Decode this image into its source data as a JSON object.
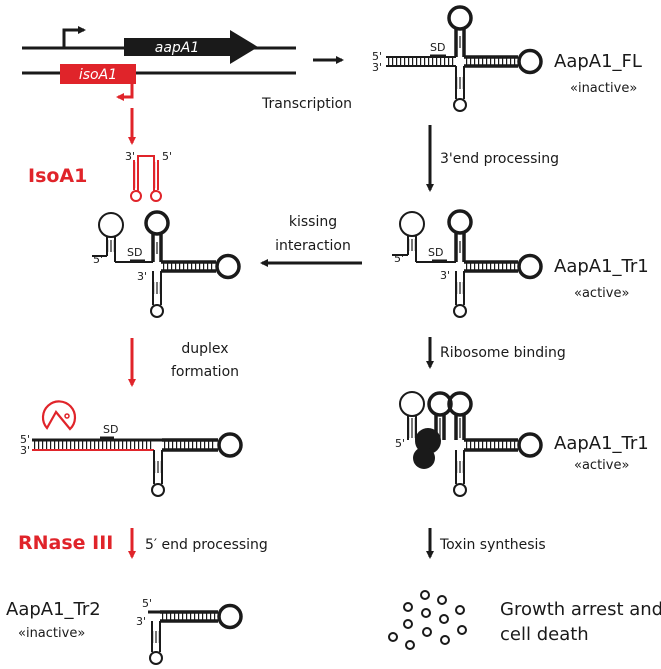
{
  "colors": {
    "black": "#1a1a1a",
    "red": "#e0242a",
    "gene_box": "#1a1a1a",
    "antisense_box": "#e0242a"
  },
  "genes": {
    "aapA1": "aapA1",
    "isoA1": "isoA1"
  },
  "labels": {
    "transcription": "Transcription",
    "end3_processing": "3'end processing",
    "kissing_line1": "kissing",
    "kissing_line2": "interaction",
    "duplex_line1": "duplex",
    "duplex_line2": "formation",
    "ribosome_binding": "Ribosome binding",
    "end5_processing": "5′ end processing",
    "toxin_synthesis": "Toxin synthesis",
    "growth_line1": "Growth arrest and",
    "growth_line2": "cell death"
  },
  "rna": {
    "fl_name": "AapA1_FL",
    "fl_state": "«inactive»",
    "tr1_name": "AapA1_Tr1",
    "tr1_state": "«active»",
    "tr1b_name": "AapA1_Tr1",
    "tr1b_state": "«active»",
    "tr2_name": "AapA1_Tr2",
    "tr2_state": "«inactive»",
    "isoa1": "IsoA1",
    "rnase": "RNase III"
  },
  "marks": {
    "sd": "SD",
    "p5": "5'",
    "p3": "3'"
  }
}
